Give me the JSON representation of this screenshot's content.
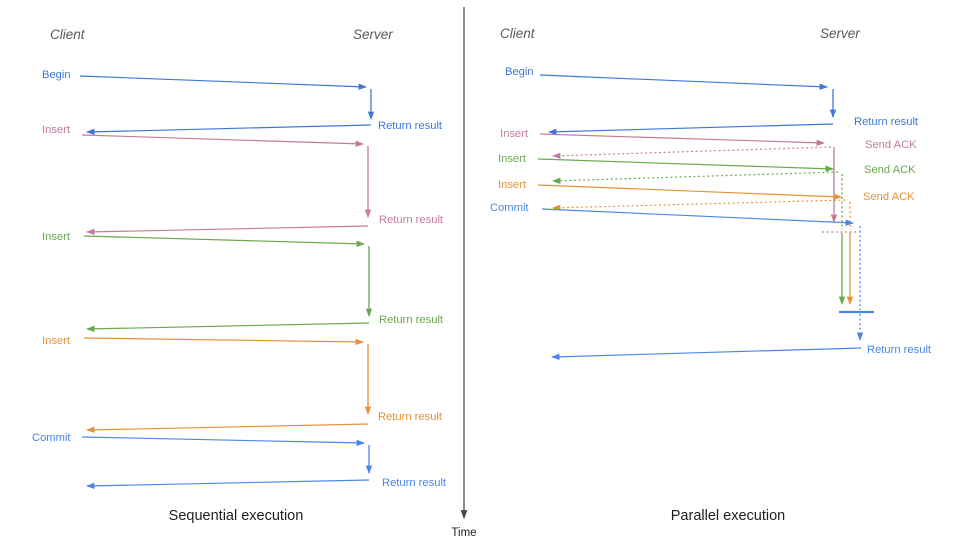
{
  "left": {
    "title": "Sequential execution",
    "client_header": "Client",
    "server_header": "Server",
    "begin": {
      "label": "Begin",
      "result": "Return result"
    },
    "insert1": {
      "label": "Insert",
      "result": "Return result"
    },
    "insert2": {
      "label": "Insert",
      "result": "Return result"
    },
    "insert3": {
      "label": "Insert",
      "result": "Return result"
    },
    "commit": {
      "label": "Commit",
      "result": "Return result"
    }
  },
  "right": {
    "title": "Parallel execution",
    "client_header": "Client",
    "server_header": "Server",
    "begin": {
      "label": "Begin",
      "result": "Return result"
    },
    "insert1": {
      "label": "Insert",
      "ack": "Send ACK"
    },
    "insert2": {
      "label": "Insert",
      "ack": "Send ACK"
    },
    "insert3": {
      "label": "Insert",
      "ack": "Send ACK"
    },
    "commit": {
      "label": "Commit",
      "result": "Return result"
    }
  },
  "time_axis": {
    "label": "Time"
  },
  "colors": {
    "blue": "#3c78d8",
    "light_blue": "#4a86e8",
    "pink": "#c27ba0",
    "green": "#6aa84f",
    "orange": "#e69138",
    "axis": "#434343",
    "header_gray": "#595959"
  }
}
